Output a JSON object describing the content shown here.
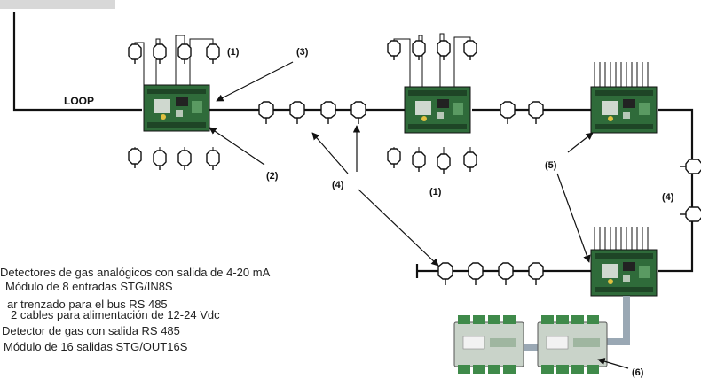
{
  "diagram": {
    "loop_label": "LOOP",
    "callouts": {
      "c1a": "(1)",
      "c1b": "(1)",
      "c2": "(2)",
      "c3": "(3)",
      "c4a": "(4)",
      "c4b": "(4)",
      "c5": "(5)",
      "c6": "(6)"
    },
    "legend": [
      "Detectores de gas analógicos con salida de 4-20 mA",
      "Módulo de 8 entradas STG/IN8S",
      "ar trenzado para el bus RS 485",
      "2 cables para alimentación de 12-24 Vdc",
      "Detector de gas con salida RS 485",
      "Módulo de 16 salidas STG/OUT16S"
    ],
    "colors": {
      "board": "#2f6b3a",
      "board_light": "#5a9a62",
      "line": "#111111",
      "din_module": "#9fb6a0",
      "din_connector": "#3f8a4a"
    }
  }
}
